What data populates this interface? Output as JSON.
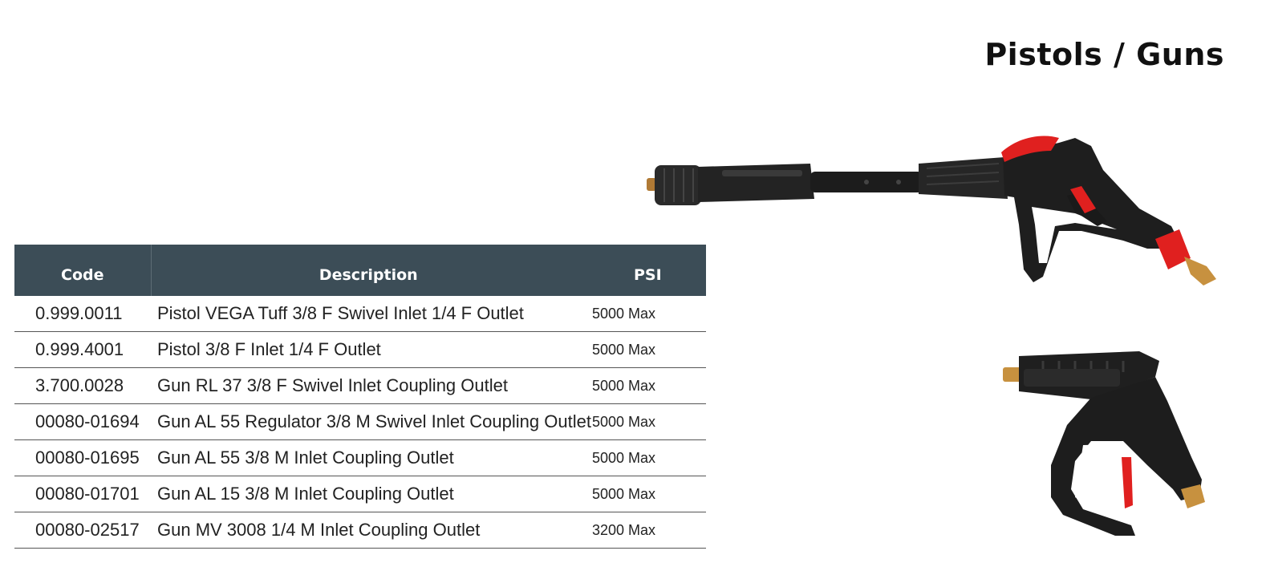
{
  "title": "Pistols / Guns",
  "table": {
    "headers": {
      "code": "Code",
      "description": "Description",
      "psi": "PSI"
    },
    "rows": [
      {
        "code": "0.999.0011",
        "description": "Pistol VEGA Tuff 3/8 F Swivel Inlet 1/4 F Outlet",
        "psi": "5000 Max"
      },
      {
        "code": "0.999.4001",
        "description": "Pistol 3/8 F Inlet 1/4 F Outlet",
        "psi": "5000 Max"
      },
      {
        "code": "3.700.0028",
        "description": "Gun RL 37 3/8 F Swivel Inlet Coupling Outlet",
        "psi": "5000 Max"
      },
      {
        "code": "00080-01694",
        "description": "Gun AL 55 Regulator 3/8 M Swivel Inlet Coupling Outlet",
        "psi": "5000 Max"
      },
      {
        "code": "00080-01695",
        "description": "Gun AL 55 3/8 M Inlet Coupling Outlet",
        "psi": "5000 Max"
      },
      {
        "code": "00080-01701",
        "description": "Gun AL 15 3/8 M Inlet Coupling Outlet",
        "psi": "5000 Max"
      },
      {
        "code": "00080-02517",
        "description": "Gun MV 3008 1/4 M Inlet Coupling Outlet",
        "psi": "3200 Max"
      }
    ]
  },
  "colors": {
    "header_bg": "#3c4d57",
    "accent_red": "#e0201f",
    "gun_body": "#1e1e1e",
    "brass": "#c7913f"
  }
}
